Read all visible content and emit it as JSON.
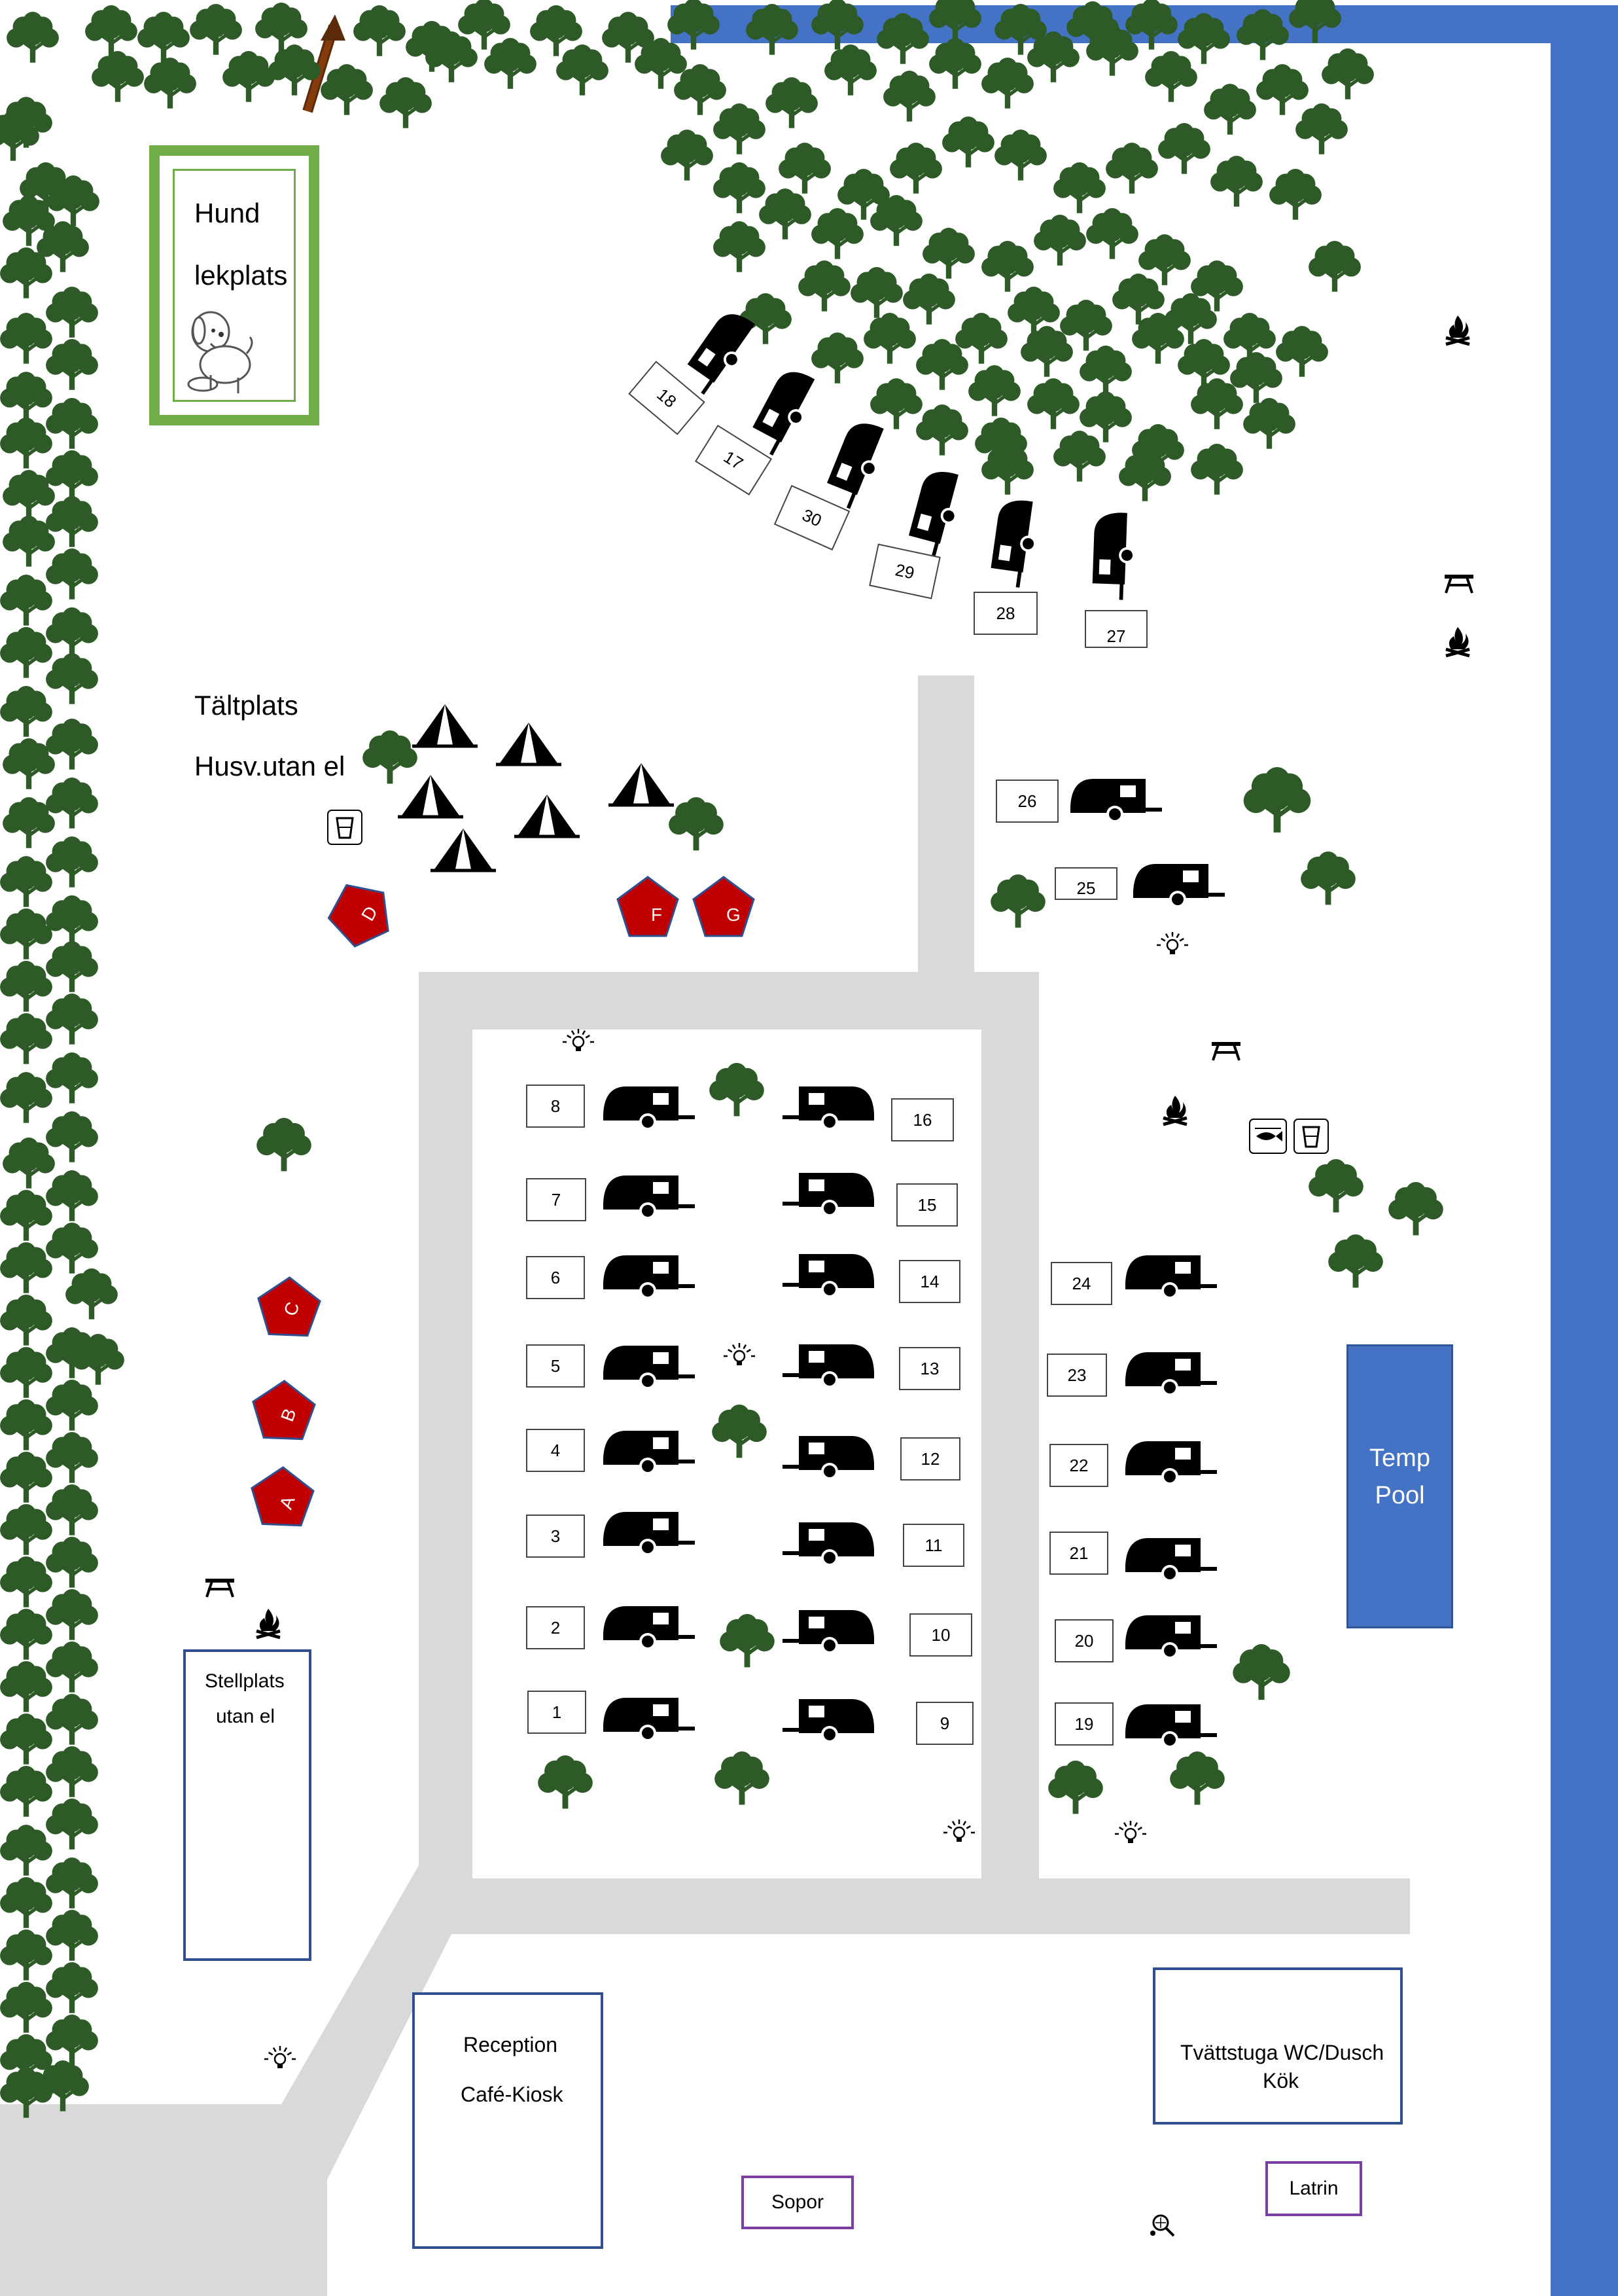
{
  "labels": {
    "dog_park_line1": "Hund",
    "dog_park_line2": "lekplats",
    "tent_area_line1": "Tältplats",
    "tent_area_line2": "Husv.utan el",
    "pool_line1": "Temp",
    "pool_line2": "Pool",
    "motorhome_area_line1": "Stellplats",
    "motorhome_area_line2": "utan el",
    "reception_line1": "Reception",
    "reception_line2": "Café-Kiosk",
    "laundry_line1": "Tvättstuga WC/Dusch",
    "laundry_line2": "Kök",
    "bins": "Sopor",
    "latrine": "Latrin"
  },
  "sites": {
    "s1": "1",
    "s2": "2",
    "s3": "3",
    "s4": "4",
    "s5": "5",
    "s6": "6",
    "s7": "7",
    "s8": "8",
    "s9": "9",
    "s10": "10",
    "s11": "11",
    "s12": "12",
    "s13": "13",
    "s14": "14",
    "s15": "15",
    "s16": "16",
    "s17": "17",
    "s18": "18",
    "s19": "19",
    "s20": "20",
    "s21": "21",
    "s22": "22",
    "s23": "23",
    "s24": "24",
    "s25": "25",
    "s26": "26",
    "s27": "27",
    "s28": "28",
    "s29": "29",
    "s30": "30"
  },
  "cabins": {
    "a": "A",
    "b": "B",
    "c": "C",
    "d": "D",
    "f": "F",
    "g": "G"
  },
  "colors": {
    "tree": "#2d5a27",
    "road": "#d9d9d9",
    "water": "#4472c4",
    "cabin": "#c00000",
    "dog_park_border": "#70ad47",
    "building_border": "#2f4f8f",
    "bin_border": "#7a3fa0",
    "arrow": "#843c0c"
  },
  "icons": [
    "tree-icon",
    "caravan-icon",
    "motorhome-icon",
    "tent-icon",
    "campfire-icon",
    "picnic-table-icon",
    "lamp-icon",
    "water-tap-icon",
    "fish-cleaning-icon",
    "food-icon",
    "ice-cream-icon",
    "tennis-icon",
    "dog-icon",
    "north-arrow-icon"
  ]
}
